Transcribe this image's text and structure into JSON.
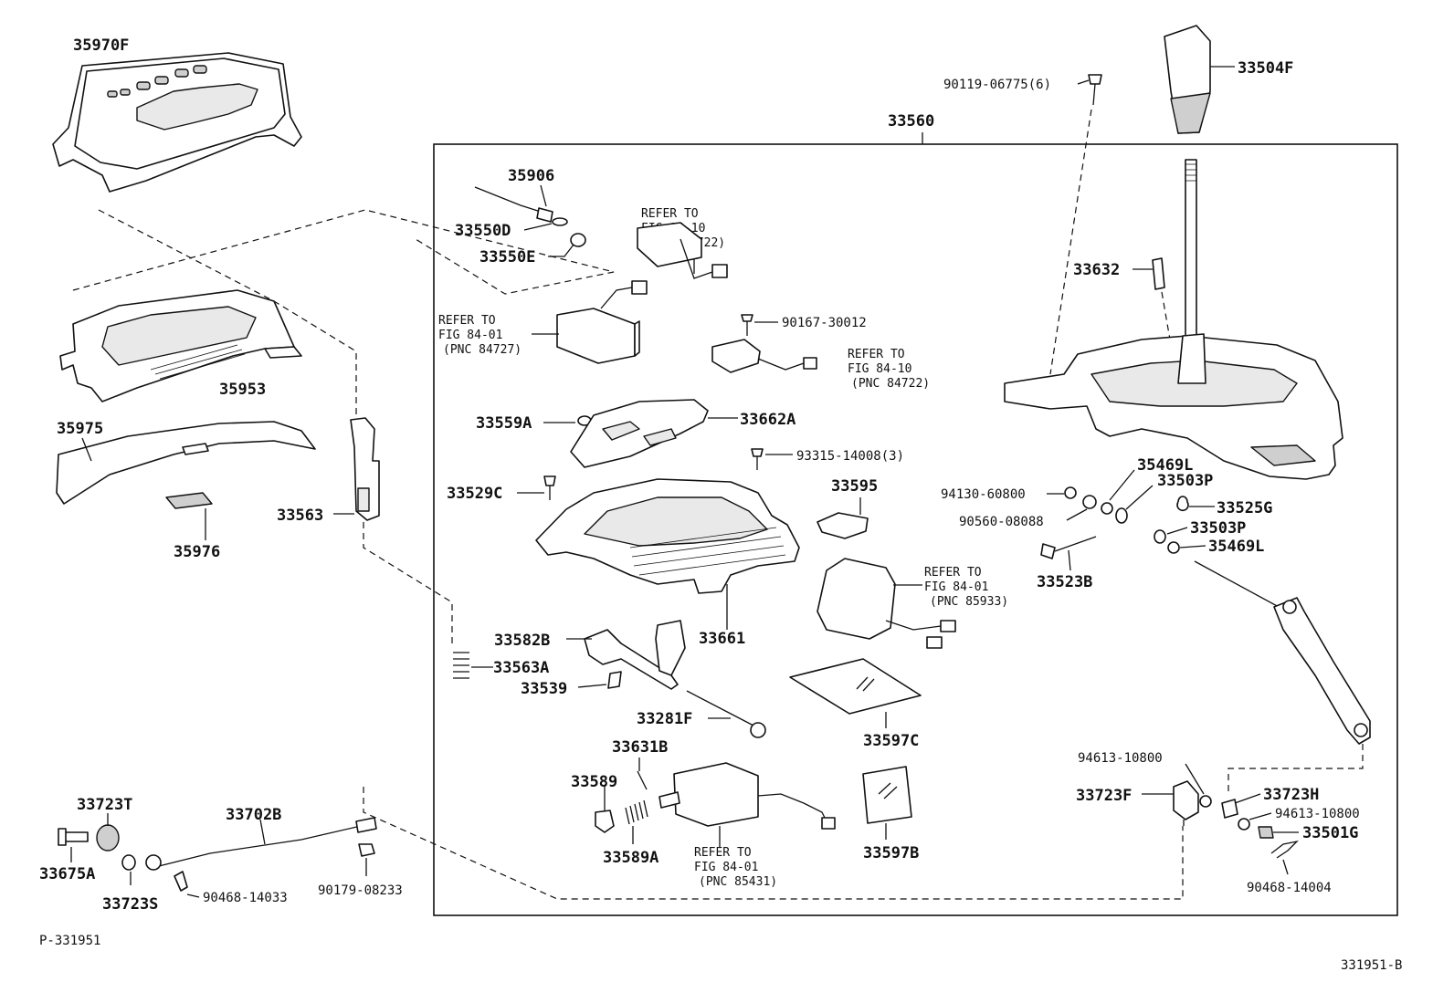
{
  "parts": {
    "p35970F": "35970F",
    "p33504F": "33504F",
    "p90119": "90119-06775(6)",
    "p33560": "33560",
    "p35906": "35906",
    "p33550D": "33550D",
    "p33550E": "33550E",
    "p35953": "35953",
    "p35975": "35975",
    "p35976": "35976",
    "p33563": "33563",
    "p33632": "33632",
    "p90167": "90167-30012",
    "p33559A": "33559A",
    "p33662A": "33662A",
    "p93315": "93315-14008(3)",
    "p33529C": "33529C",
    "p33595": "33595",
    "p35469L_a": "35469L",
    "p33503P_a": "33503P",
    "p94130": "94130-60800",
    "p90560": "90560-08088",
    "p33525G": "33525G",
    "p33503P_b": "33503P",
    "p35469L_b": "35469L",
    "p33523B": "33523B",
    "p33661": "33661",
    "p33582B": "33582B",
    "p33563A": "33563A",
    "p33539": "33539",
    "p33281F": "33281F",
    "p33597C": "33597C",
    "p33631B": "33631B",
    "p33589": "33589",
    "p33589A": "33589A",
    "p33597B": "33597B",
    "p94613_a": "94613-10800",
    "p33723F": "33723F",
    "p33723H": "33723H",
    "p94613_b": "94613-10800",
    "p33501G": "33501G",
    "p90468_b": "90468-14004",
    "p33723T": "33723T",
    "p33702B": "33702B",
    "p33675A": "33675A",
    "p33723S": "33723S",
    "p90468_a": "90468-14033",
    "p90179": "90179-08233"
  },
  "refs": {
    "r1": {
      "l1": "REFER TO",
      "l2": "FIG 84-10",
      "l3": "(PNC 84722)"
    },
    "r2": {
      "l1": "REFER TO",
      "l2": "FIG 84-01",
      "l3": "(PNC 84727)"
    },
    "r3": {
      "l1": "REFER TO",
      "l2": "FIG 84-10",
      "l3": "(PNC 84722)"
    },
    "r4": {
      "l1": "REFER TO",
      "l2": "FIG 84-01",
      "l3": "(PNC 85933)"
    },
    "r5": {
      "l1": "REFER TO",
      "l2": "FIG 84-01",
      "l3": "(PNC 85431)"
    }
  },
  "codes": {
    "left": "P-331951",
    "right": "331951-B"
  }
}
